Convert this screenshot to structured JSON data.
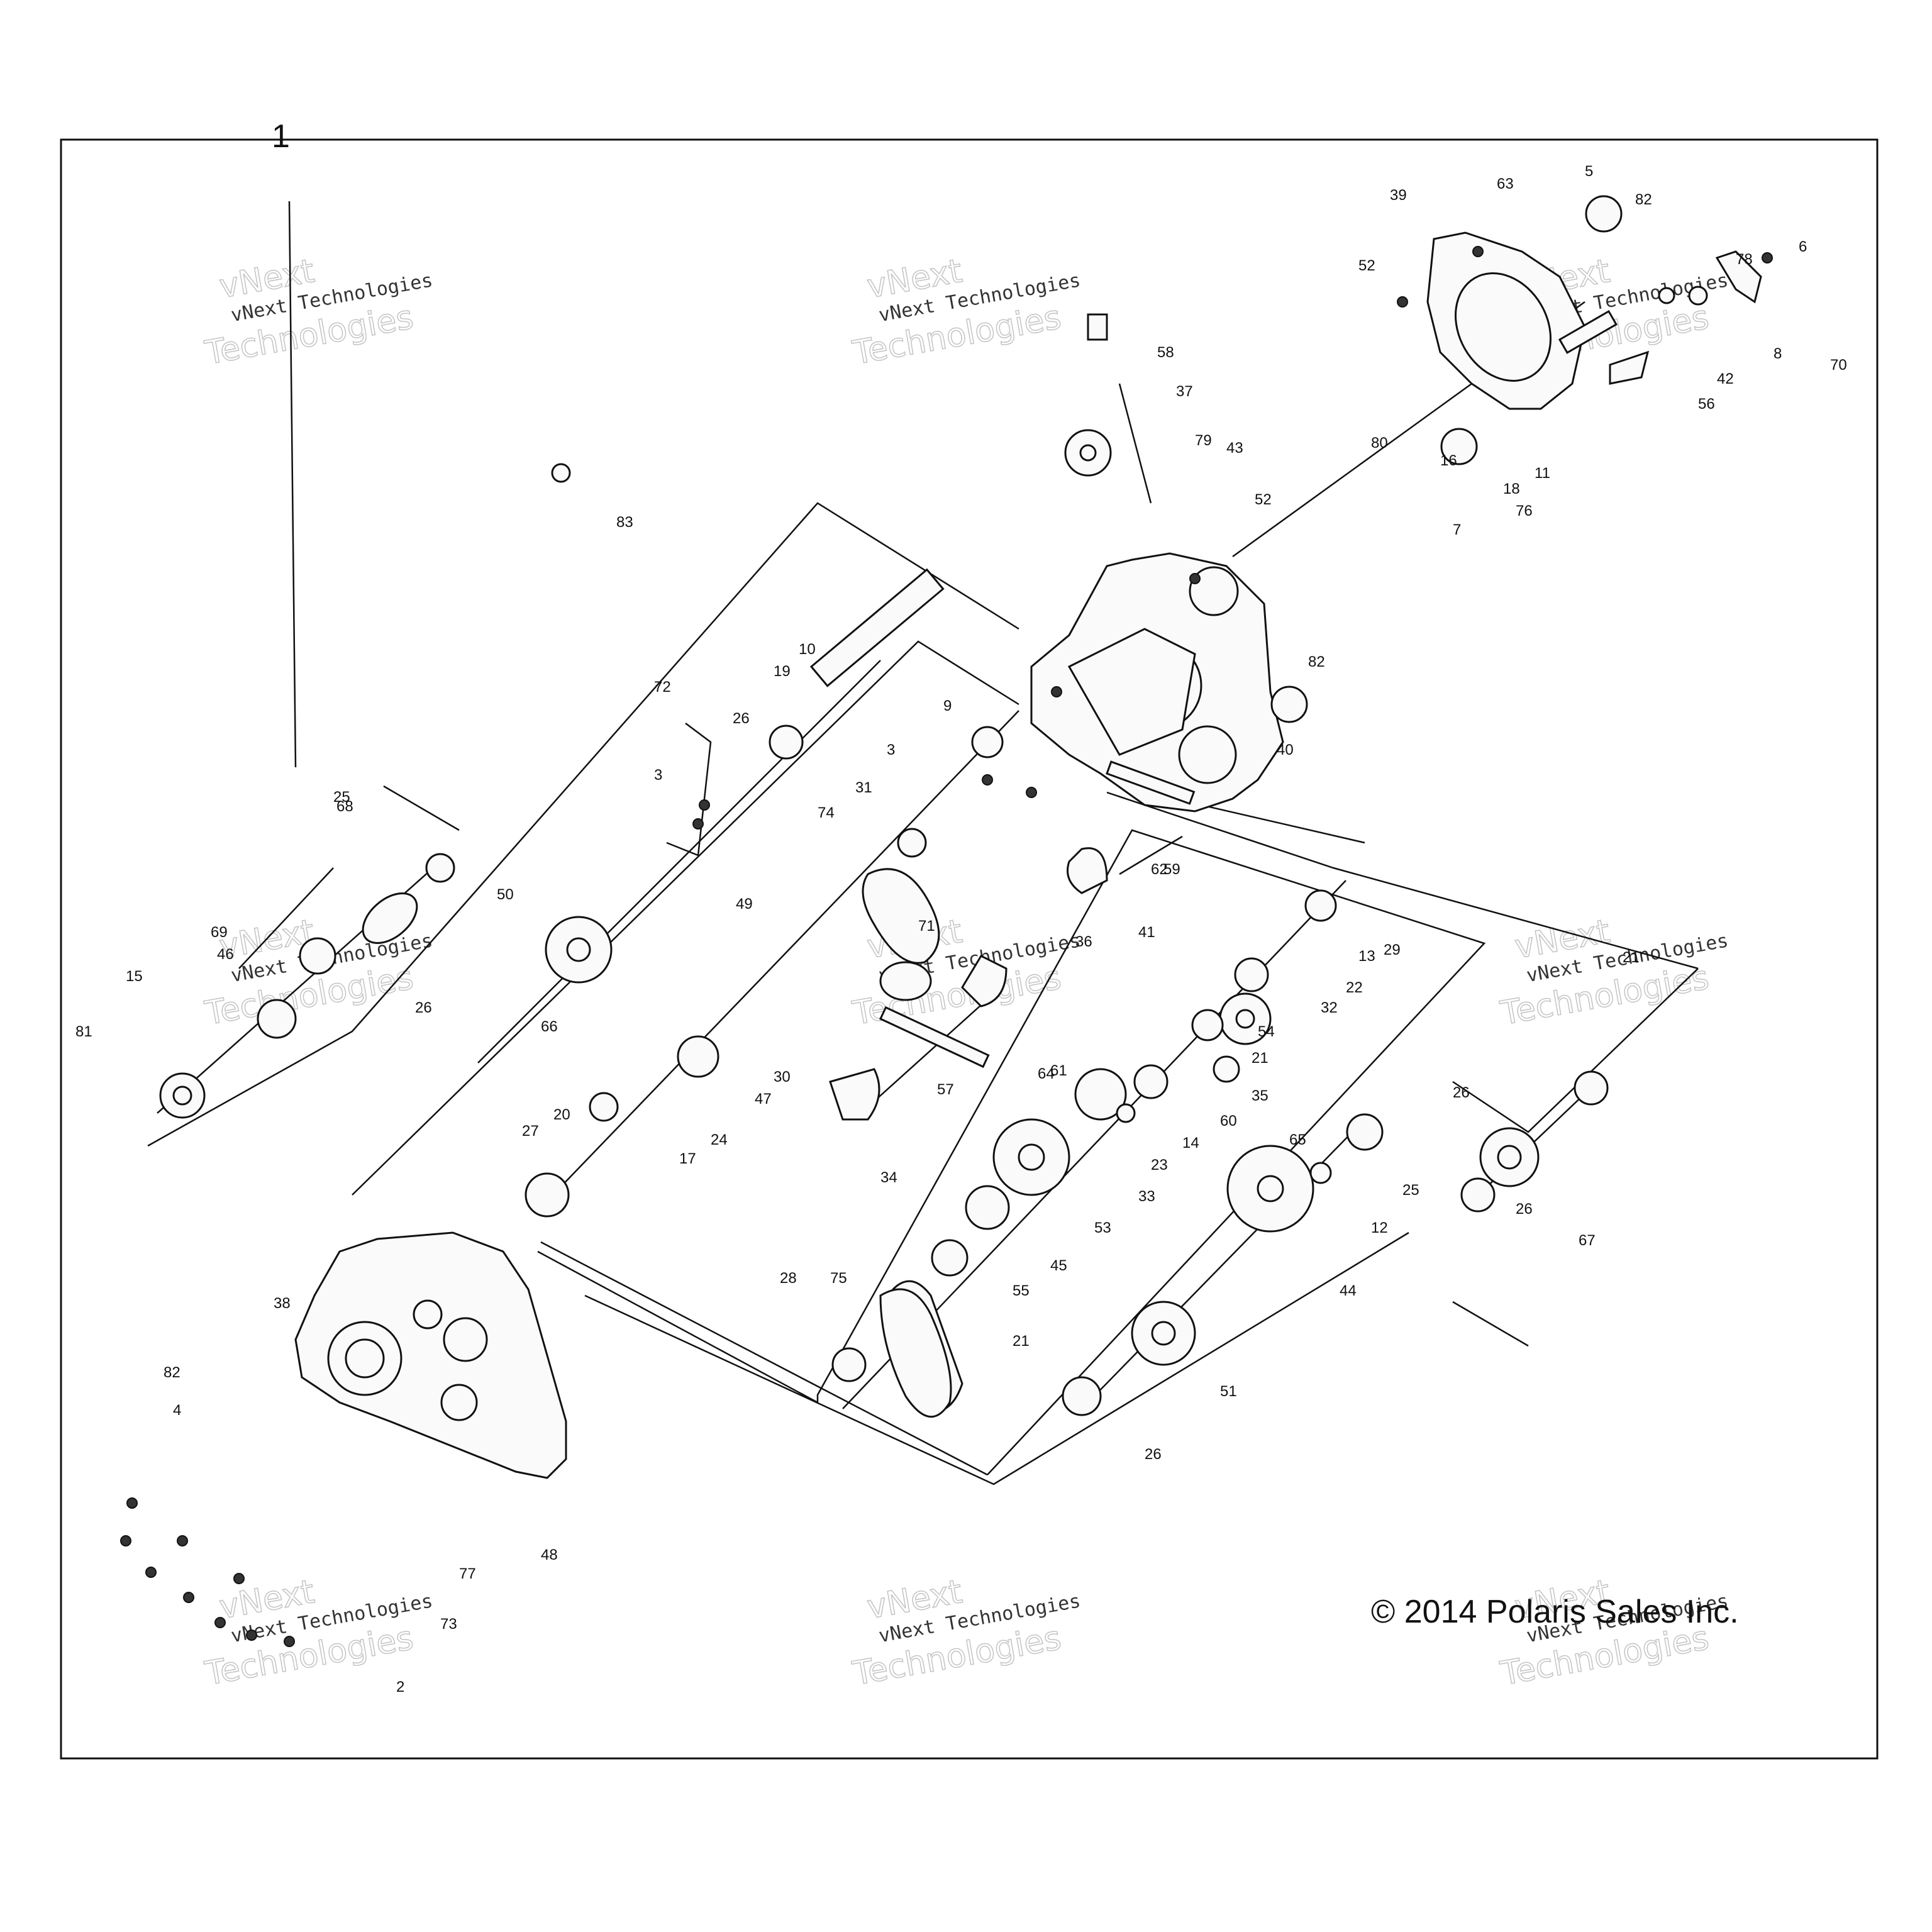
{
  "sheet_label": "1",
  "copyright": "© 2014 Polaris Sales Inc.",
  "watermark": {
    "line1": "vNext Technologies",
    "line2": "vNext",
    "line3": "Technologies"
  },
  "callouts": [
    "2",
    "3",
    "3",
    "4",
    "5",
    "6",
    "7",
    "8",
    "9",
    "10",
    "11",
    "12",
    "13",
    "14",
    "15",
    "16",
    "17",
    "18",
    "19",
    "20",
    "21",
    "21",
    "21",
    "22",
    "23",
    "24",
    "25",
    "25",
    "26",
    "26",
    "26",
    "26",
    "26",
    "27",
    "28",
    "29",
    "30",
    "31",
    "32",
    "33",
    "34",
    "35",
    "36",
    "37",
    "38",
    "39",
    "40",
    "41",
    "42",
    "43",
    "44",
    "45",
    "46",
    "47",
    "48",
    "49",
    "50",
    "51",
    "52",
    "52",
    "53",
    "54",
    "55",
    "56",
    "57",
    "58",
    "59",
    "60",
    "61",
    "62",
    "63",
    "64",
    "65",
    "66",
    "67",
    "68",
    "69",
    "70",
    "71",
    "72",
    "73",
    "74",
    "75",
    "76",
    "77",
    "78",
    "79",
    "80",
    "81",
    "82",
    "82",
    "82",
    "83"
  ]
}
